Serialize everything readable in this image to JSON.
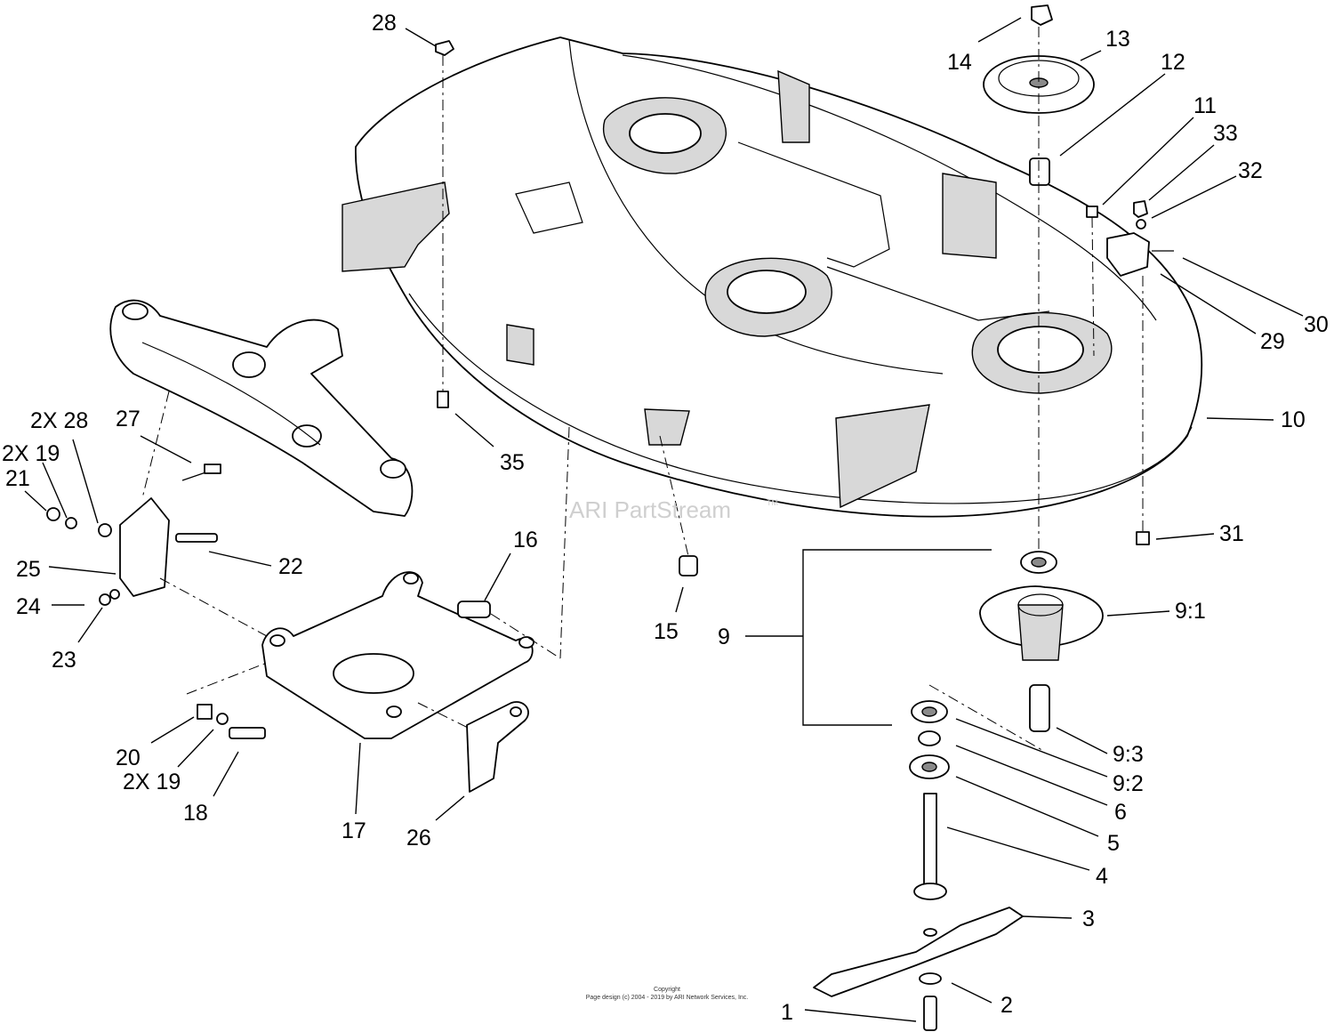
{
  "watermark": "ARI PartStream",
  "watermark_tm": "TM",
  "copyright": {
    "line1": "Copyright",
    "line2": "Page design (c) 2004 - 2019 by ARI Network Services, Inc."
  },
  "callouts": {
    "c1": "1",
    "c2": "2",
    "c3": "3",
    "c4": "4",
    "c5": "5",
    "c6": "6",
    "c9": "9",
    "c9_1": "9:1",
    "c9_2": "9:2",
    "c9_3": "9:3",
    "c10": "10",
    "c11": "11",
    "c12": "12",
    "c13": "13",
    "c14": "14",
    "c15": "15",
    "c16": "16",
    "c17": "17",
    "c18": "18",
    "c19": "2X 19",
    "c19b": "2X 19",
    "c20": "20",
    "c21": "21",
    "c22": "22",
    "c23": "23",
    "c24": "24",
    "c25": "25",
    "c26": "26",
    "c27": "27",
    "c28": "28",
    "c28b": "2X 28",
    "c29": "29",
    "c30": "30",
    "c31": "31",
    "c32": "32",
    "c33": "33",
    "c35": "35"
  }
}
